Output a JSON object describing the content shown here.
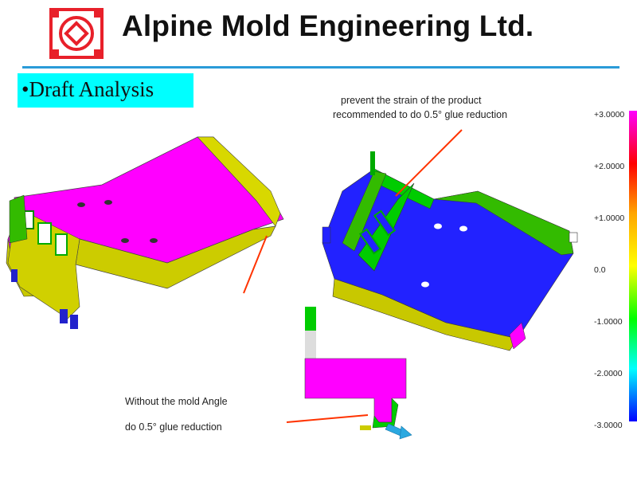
{
  "header": {
    "company_name": "Alpine Mold Engineering Ltd.",
    "logo_icon": "company-logo-diamond-icon",
    "accent_color": "#2a9bd8",
    "logo_color": "#e8202a"
  },
  "section": {
    "title": "•Draft Analysis",
    "highlight_color": "#00ffff"
  },
  "annotations": {
    "top_line1": "prevent the strain of the product",
    "top_line2": "recommended to do 0.5°  glue reduction",
    "bottom_line1": "Without the mold Angle",
    "bottom_line2": "do 0.5°  glue reduction"
  },
  "color_scale": {
    "labels": [
      "+3.0000",
      "+2.0000",
      "+1.0000",
      "0.0",
      "-1.0000",
      "-2.0000",
      "-3.0000"
    ]
  }
}
